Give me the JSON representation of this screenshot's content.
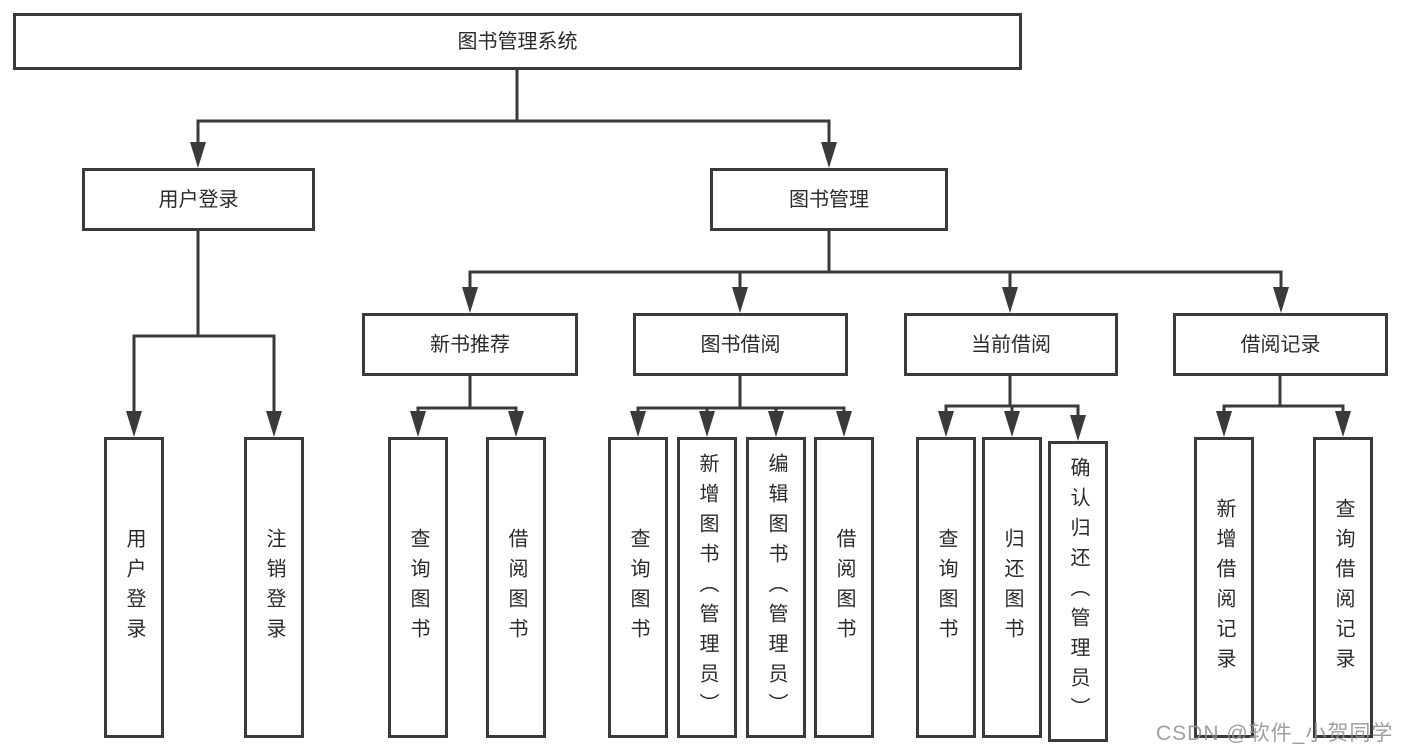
{
  "colors": {
    "line": "#3a3a3a",
    "box_border": "#3a3a3a",
    "box_background": "#ffffff",
    "text": "#2b2b2b",
    "watermark": "#919196"
  },
  "tree": {
    "root": {
      "label": "图书管理系统"
    },
    "level2": [
      {
        "label": "用户登录",
        "children": [
          {
            "label": "用户登录"
          },
          {
            "label": "注销登录"
          }
        ]
      },
      {
        "label": "图书管理",
        "sections": [
          {
            "label": "新书推荐",
            "children": [
              {
                "label": "查询图书"
              },
              {
                "label": "借阅图书"
              }
            ]
          },
          {
            "label": "图书借阅",
            "children": [
              {
                "label": "查询图书"
              },
              {
                "label": "新增图书（管理员）"
              },
              {
                "label": "编辑图书（管理员）"
              },
              {
                "label": "借阅图书"
              }
            ]
          },
          {
            "label": "当前借阅",
            "children": [
              {
                "label": "查询图书"
              },
              {
                "label": "归还图书"
              },
              {
                "label": "确认归还（管理员）"
              }
            ]
          },
          {
            "label": "借阅记录",
            "children": [
              {
                "label": "新增借阅记录"
              },
              {
                "label": "查询借阅记录"
              }
            ]
          }
        ]
      }
    ]
  },
  "watermark": "CSDN @软件_小贺同学"
}
